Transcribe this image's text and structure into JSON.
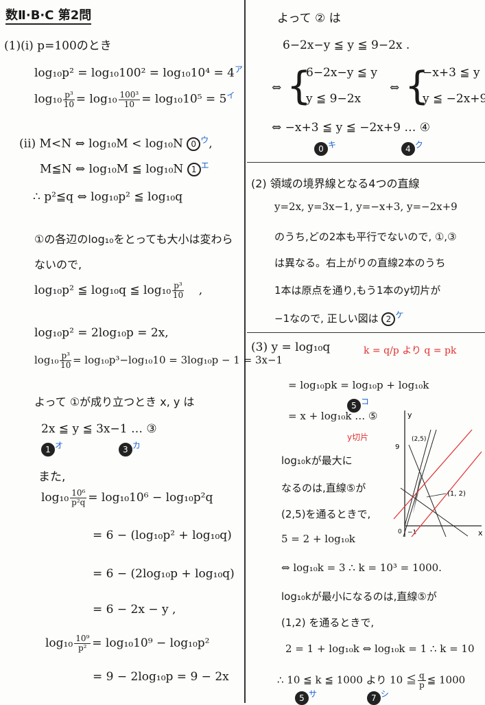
{
  "left": {
    "title": "数Ⅱ·B·C 第2問",
    "l1": "(1)(i) p=100のとき",
    "l2": "log₁₀p² = log₁₀100² = log₁₀10⁴ = 4",
    "l2m": "ア",
    "l3a": "log₁₀",
    "l3b": "p³",
    "l3c": "10",
    "l3d": "= log₁₀",
    "l3e": "100³",
    "l3f": "10",
    "l3g": "= log₁₀10⁵ = 5",
    "l3m": "イ",
    "l4": "(ii) M<N ⇔ log₁₀M < log₁₀N",
    "l4c": "0",
    "l4m": "ウ",
    "l5": "M≦N ⇔ log₁₀M ≦ log₁₀N",
    "l5c": "1",
    "l5m": "エ",
    "l6": "∴ p²≦q ⇔ log₁₀p² ≦ log₁₀q",
    "l7": "①の各辺のlog₁₀をとっても大小は変わら",
    "l8": "ないので,",
    "l9a": "log₁₀p² ≦ log₁₀q ≦ log₁₀",
    "l9b": "p³",
    "l9c": "10",
    "l9d": ",",
    "l10": "log₁₀p² = 2log₁₀p = 2x,",
    "l11a": "log₁₀",
    "l11b": "p³",
    "l11c": "10",
    "l11d": "= log₁₀p³−log₁₀10 = 3log₁₀p − 1 = 3x−1",
    "l12": "よって ①が成り立つとき x, y は",
    "l13": "2x ≦ y ≦ 3x−1    … ③",
    "l14c1": "1",
    "l14m1": "オ",
    "l14c2": "3",
    "l14m2": "カ",
    "l15": "また,",
    "l16a": "log₁₀",
    "l16b": "10⁶",
    "l16c": "p²q",
    "l16d": "= log₁₀10⁶ − log₁₀p²q",
    "l17": "= 6 − (log₁₀p² + log₁₀q)",
    "l18": "= 6 − (2log₁₀p + log₁₀q)",
    "l19": "= 6 − 2x − y ,",
    "l20a": "log₁₀",
    "l20b": "10⁹",
    "l20c": "p²",
    "l20d": "= log₁₀10⁹ − log₁₀p²",
    "l21": "= 9 − 2log₁₀p = 9 − 2x"
  },
  "right": {
    "r1": "よって ② は",
    "r2": "6−2x−y ≦ y ≦ 9−2x .",
    "r3a": "⇔",
    "r3b": "6−2x−y ≦ y",
    "r3c": "y ≦ 9−2x",
    "r3d": "⇔",
    "r3e": "−x+3 ≦ y",
    "r3f": "y ≦ −2x+9",
    "r4": "⇔ −x+3 ≦ y ≦ −2x+9    … ④",
    "r5c1": "0",
    "r5m1": "キ",
    "r5c2": "4",
    "r5m2": "ク",
    "r6": "(2) 領域の境界線となる4つの直線",
    "r7": "y=2x, y=3x−1, y=−x+3, y=−2x+9",
    "r8": "のうち,どの2本も平行でないので, ①,③",
    "r9": "は異なる。右上がりの直線2本のうち",
    "r10": "1本は原点を通り,もう1本のy切片が",
    "r11": "−1なので, 正しい図は",
    "r11c": "2",
    "r11m": "ケ",
    "r12": "(3) y = log₁₀q",
    "r12red": "k = q/p より q = pk",
    "r13": "= log₁₀pk = log₁₀p + log₁₀k",
    "r13c": "5",
    "r13m": "コ",
    "r14": "= x + log₁₀k  … ⑤",
    "r14note": "y切片",
    "r15": "log₁₀kが最大に",
    "r16": "なるのは,直線⑤が",
    "r17": "(2,5)を通るときで,",
    "r18": "5 = 2 + log₁₀k",
    "r19": "⇔ log₁₀k = 3  ∴ k = 10³ = 1000.",
    "r20": "log₁₀kが最小になるのは,直線⑤が",
    "r21": "(1,2) を通るときで,",
    "r22": "2 = 1 + log₁₀k ⇔ log₁₀k = 1  ∴ k = 10",
    "r23a": "∴ 10 ≦ k ≦ 1000  より 10 ≦",
    "r23b": "q",
    "r23c": "p",
    "r23d": "≦ 1000",
    "r24c1": "5",
    "r24m1": "サ",
    "r24c2": "7",
    "r24m2": "シ",
    "graph": {
      "y_axis": "y",
      "x_axis": "x",
      "y_tick": "9",
      "neg_tick": "−1",
      "origin": "0",
      "pt1": "(2,5)",
      "pt2": "(1, 2)"
    }
  }
}
